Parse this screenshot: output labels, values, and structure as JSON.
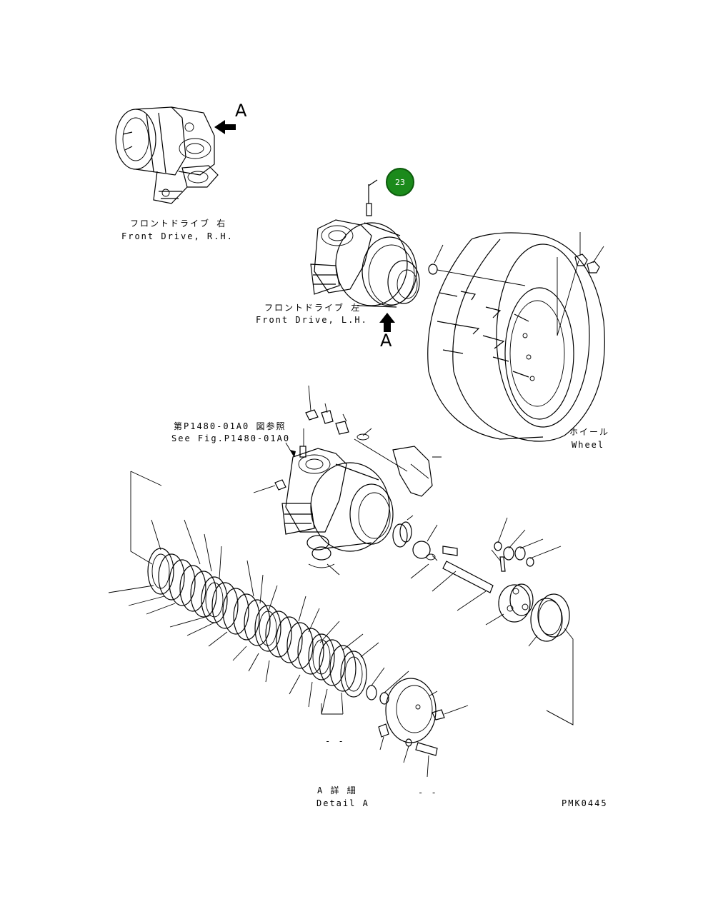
{
  "labels": {
    "front_drive_rh_jp": "フロントドライブ 右",
    "front_drive_rh_en": "Front Drive, R.H.",
    "front_drive_lh_jp": "フロントドライブ 左",
    "front_drive_lh_en": "Front Drive, L.H.",
    "see_fig_jp": "第P1480-01A0 図参照",
    "see_fig_en": "See Fig.P1480-01A0",
    "wheel_jp": "ホイール",
    "wheel_en": "Wheel",
    "detail_jp": "A 詳 細",
    "detail_en": "Detail A",
    "arrow_a_top": "A",
    "arrow_a_mid": "A",
    "dash_left": "- -",
    "dash_right": "- -",
    "figure_code": "PMK0445"
  },
  "callout": {
    "number": "23",
    "color": "#1b8a1b"
  }
}
